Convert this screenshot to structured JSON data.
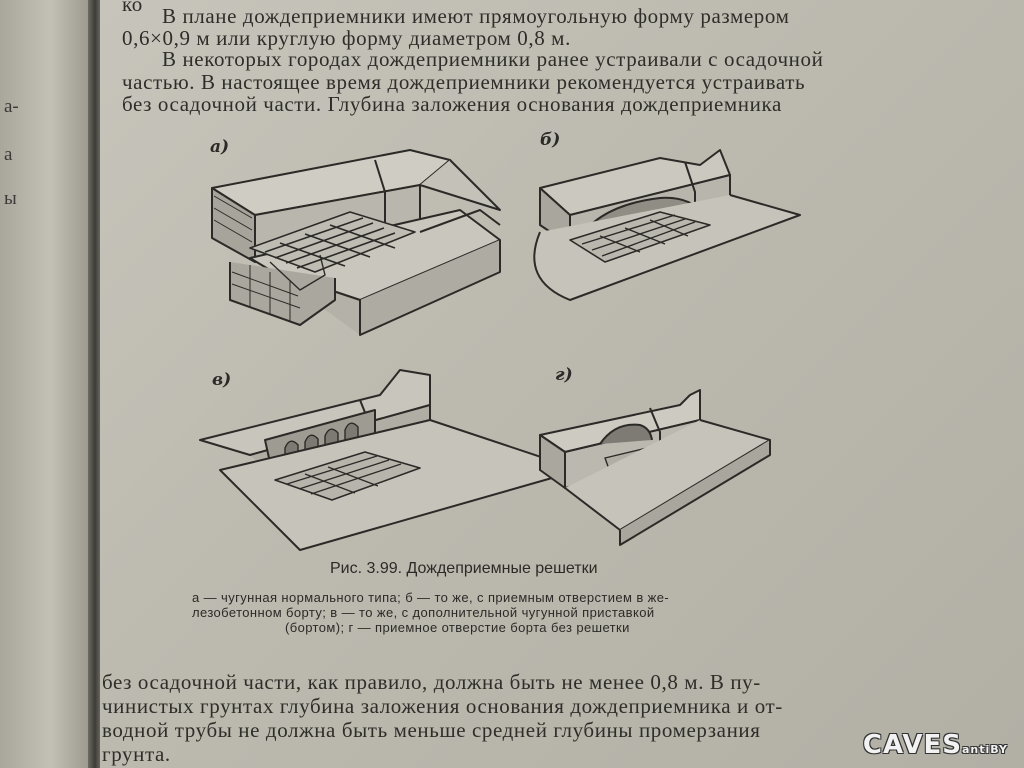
{
  "left_page": {
    "fragments": [
      "а-",
      "а",
      "ы"
    ]
  },
  "text": {
    "top_cut": "ко",
    "p1_l1": "В плане дождеприемники имеют прямоугольную форму размером",
    "p1_l2": "0,6×0,9 м или круглую форму диаметром 0,8 м.",
    "p2_l1": "В некоторых городах дождеприемники ранее устраивали с осадочной",
    "p2_l2": "частью. В настоящее время дождеприемники рекомендуется устраивать",
    "p2_l3": "без осадочной части. Глубина заложения основания дождеприемника",
    "p3_l1": "без осадочной части, как правило, должна быть не менее 0,8 м. В пу-",
    "p3_l2": "чинистых грунтах глубина заложения основания дождеприемника и от-",
    "p3_l3": "водной трубы не должна быть меньше средней глубины промерзания",
    "p3_l4": "грунта."
  },
  "figure": {
    "labels": {
      "a": "а)",
      "b": "б)",
      "v": "в)",
      "g": "г)"
    },
    "caption": "Рис. 3.99. Дождеприемные решетки",
    "caption_desc_l1": "а — чугунная нормального типа; б — то же, с приемным отверстием в же-",
    "caption_desc_l2": "лезобетонном борту; в — то же, с дополнительной чугунной приставкой",
    "caption_desc_l3": "(бортом); г — приемное отверстие борта без решетки"
  },
  "watermark": {
    "main": "CAVES",
    "sub": "anti",
    "suffix": "BY"
  }
}
